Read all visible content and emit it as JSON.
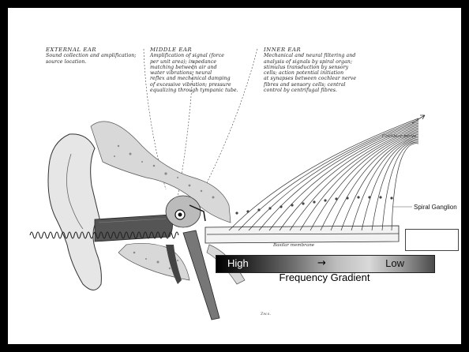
{
  "regions": {
    "external": {
      "title": "EXTERNAL EAR",
      "body": "Sound collection and amplification;\nsource location."
    },
    "middle": {
      "title": "MIDDLE EAR",
      "body": "Amplification of signal (force\nper unit area); impedance\nmatching between air and\nwater vibrations; neural\nreflex and mechanical damping\nof excessive vibration; pressure\nequalizing through tympanic tube."
    },
    "inner": {
      "title": "INNER EAR",
      "body": "Mechanical and neural filtering and\nanalysis of signals by spiral organ;\nstimulus transduction by sensory\ncells; action potential initiation\nat synapses between cochlear nerve\nfibres and sensory cells; central\ncontrol by centrifugal fibres."
    }
  },
  "labels": {
    "cochlear_nerve": "Cochlear nerve",
    "spiral_ganglion": "Spiral Ganglion",
    "basilar_membrane": "Basilar membrane",
    "signature": "Zw.s."
  },
  "gradient": {
    "high": "High",
    "low": "Low",
    "arrow": "→",
    "caption": "Frequency Gradient"
  }
}
